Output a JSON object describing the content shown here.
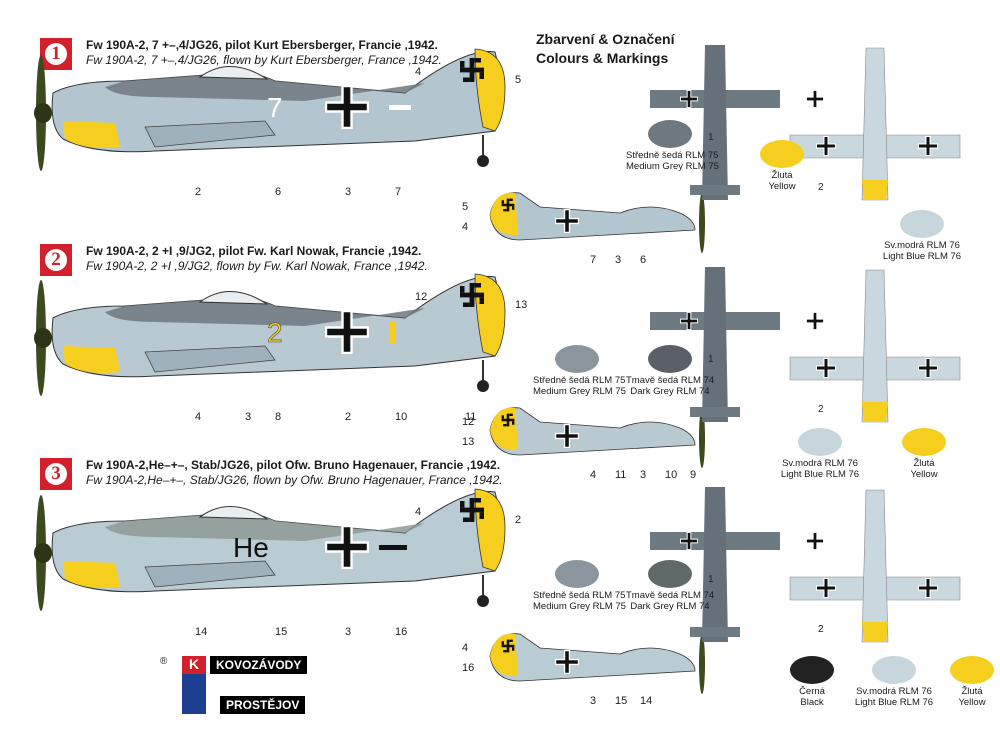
{
  "header": {
    "title_cz": "Zbarvení & Označení",
    "title_en": "Colours & Markings"
  },
  "schemes": [
    {
      "badge": "1",
      "caption_cz": "Fw 190A-2, 7 +–,4/JG26, pilot Kurt Ebersberger, Francie ,1942.",
      "caption_en": "Fw 190A-2, 7 +–,4/JG26, flown by Kurt Ebersberger, France ,1942.",
      "fuselage_code": "7",
      "side_callouts": [
        "4",
        "5",
        "2",
        "6",
        "3",
        "7"
      ],
      "small_callouts": [
        "5",
        "4",
        "7",
        "3",
        "6"
      ],
      "swatches": [
        {
          "cz": "Středně šedá RLM 75",
          "en": "Medium Grey RLM 75",
          "color": "#6e7880"
        },
        {
          "cz": "Sv.modrá RLM 76",
          "en": "Light Blue RLM 76",
          "color": "#c7d6dd"
        },
        {
          "cz": "Žlutá",
          "en": "Yellow",
          "color": "#f6cf1e"
        }
      ],
      "top_callout": "1",
      "bottom_callout": "2"
    },
    {
      "badge": "2",
      "caption_cz": "Fw 190A-2, 2 +I ,9/JG2, pilot Fw. Karl Nowak, Francie ,1942.",
      "caption_en": "Fw 190A-2, 2 +I ,9/JG2, flown by Fw. Karl Nowak, France ,1942.",
      "fuselage_code": "2",
      "side_callouts": [
        "12",
        "13",
        "4",
        "8",
        "2",
        "10",
        "3",
        "11"
      ],
      "small_callouts": [
        "12",
        "13",
        "4",
        "11",
        "3",
        "10",
        "9"
      ],
      "swatches": [
        {
          "cz": "Středně šedá RLM 75",
          "en": "Medium Grey RLM 75",
          "color": "#8a959d"
        },
        {
          "cz": "Tmavě šedá RLM 74",
          "en": "Dark Grey RLM 74",
          "color": "#5b6068"
        },
        {
          "cz": "Sv.modrá RLM 76",
          "en": "Light Blue RLM 76",
          "color": "#c7d6dd"
        },
        {
          "cz": "Žlutá",
          "en": "Yellow",
          "color": "#f6cf1e"
        }
      ],
      "top_callout": "1",
      "bottom_callout": "2"
    },
    {
      "badge": "3",
      "caption_cz": "Fw 190A-2,He–+–, Stab/JG26, pilot Ofw. Bruno Hagenauer, Francie ,1942.",
      "caption_en": "Fw 190A-2,He–+–, Stab/JG26, flown by Ofw. Bruno Hagenauer, France ,1942.",
      "fuselage_code": "He",
      "side_callouts": [
        "4",
        "2",
        "14",
        "15",
        "3",
        "16"
      ],
      "small_callouts": [
        "4",
        "16",
        "3",
        "15",
        "14"
      ],
      "swatches": [
        {
          "cz": "Středně šedá RLM 75",
          "en": "Medium Grey RLM 75",
          "color": "#8a959d"
        },
        {
          "cz": "Tmavě šedá RLM 74",
          "en": "Dark Grey RLM 74",
          "color": "#5f6a68"
        },
        {
          "cz": "Černá",
          "en": "Black",
          "color": "#222222"
        },
        {
          "cz": "Sv.modrá RLM 76",
          "en": "Light Blue RLM 76",
          "color": "#c7d6dd"
        },
        {
          "cz": "Žlutá",
          "en": "Yellow",
          "color": "#f6cf1e"
        }
      ],
      "top_callout": "1",
      "bottom_callout": "2"
    }
  ],
  "logo": {
    "letter": "K",
    "registered": "®",
    "line1": "KOVOZÁVODY",
    "line2": "PROSTĚJOV"
  },
  "colors": {
    "badge_red": "#d4202a",
    "rlm75": "#8a959d",
    "rlm74": "#5b6068",
    "rlm76": "#c7d6dd",
    "yellow": "#f6cf1e",
    "prop_green": "#3d4a1e",
    "logo_blue": "#1d3f8f"
  }
}
